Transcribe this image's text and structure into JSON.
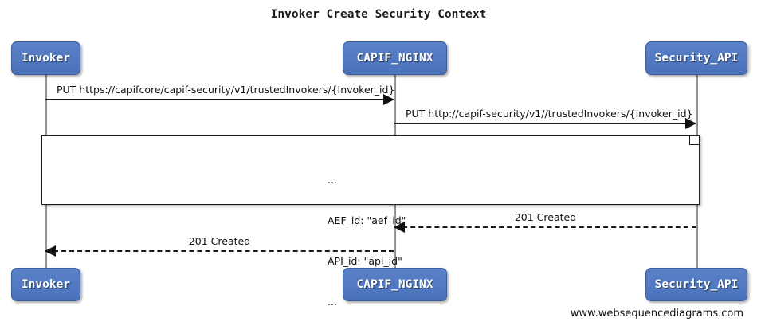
{
  "diagram": {
    "title": "Invoker Create Security Context",
    "type": "sequence-diagram",
    "footer": "www.websequencediagrams.com",
    "colors": {
      "participant_fill": "#5078c0",
      "participant_border": "#3a5d9e",
      "participant_text": "#ffffff",
      "lifeline": "#9a9a9a",
      "message_line": "#1a1a1a",
      "note_fill": "#ffffff",
      "background": "#ffffff"
    }
  },
  "participants": [
    {
      "id": "invoker",
      "label": "Invoker"
    },
    {
      "id": "capif_nginx",
      "label": "CAPIF_NGINX"
    },
    {
      "id": "security_api",
      "label": "Security_API"
    }
  ],
  "messages": [
    {
      "index": 1,
      "label": "PUT https://capifcore/capif-security/v1/trustedInvokers/{Invoker_id}",
      "from": "Invoker",
      "to": "CAPIF_NGINX",
      "style": "solid",
      "direction": "right"
    },
    {
      "index": 2,
      "label": "PUT http://capif-security/v1//trustedInvokers/{Invoker_id}",
      "from": "CAPIF_NGINX",
      "to": "Security_API",
      "style": "solid",
      "direction": "right"
    },
    {
      "index": 3,
      "label": "201 Created",
      "from": "Security_API",
      "to": "CAPIF_NGINX",
      "style": "dashed",
      "direction": "left"
    },
    {
      "index": 4,
      "label": "201 Created",
      "from": "CAPIF_NGINX",
      "to": "Invoker",
      "style": "dashed",
      "direction": "left"
    }
  ],
  "note": {
    "lines": [
      "...",
      "AEF_id: \"aef_id\"",
      "API_id: \"api_id\"",
      "..."
    ],
    "line0": "...",
    "line1": "AEF_id: \"aef_id\"",
    "line2": "API_id: \"api_id\"",
    "line3": "..."
  }
}
